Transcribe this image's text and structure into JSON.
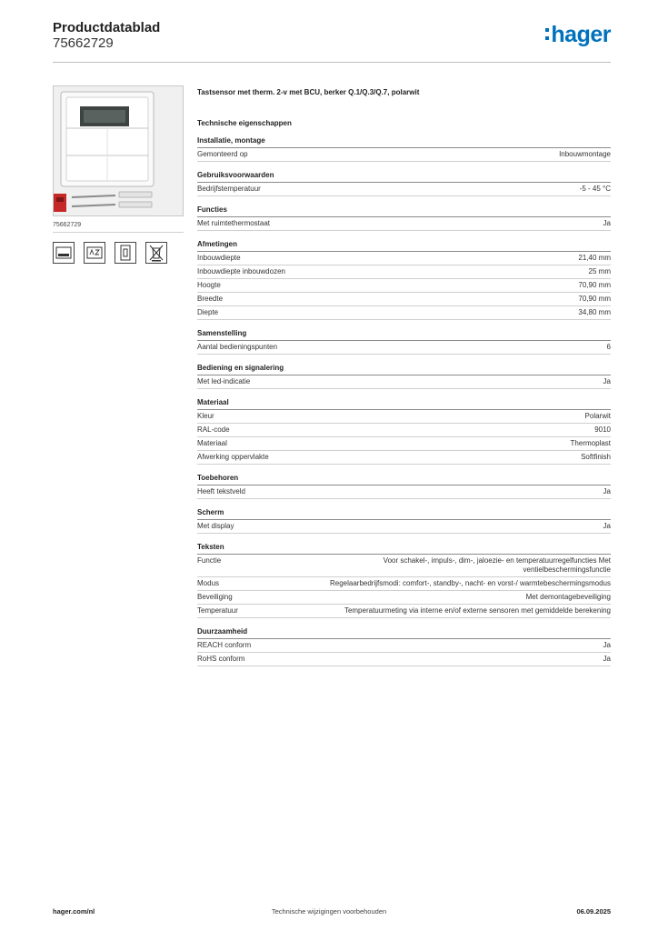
{
  "header": {
    "title": "Productdatablad",
    "number": "75662729",
    "logo": "hager"
  },
  "left": {
    "caption": "75662729"
  },
  "product_description": "Tastsensor met therm. 2-v met BCU, berker Q.1/Q.3/Q.7, polarwit",
  "section_heading": "Technische eigenschappen",
  "groups": [
    {
      "title": "Installatie, montage",
      "rows": [
        {
          "label": "Gemonteerd op",
          "value": "Inbouwmontage"
        }
      ]
    },
    {
      "title": "Gebruiksvoorwaarden",
      "rows": [
        {
          "label": "Bedrijfstemperatuur",
          "value": "-5 - 45 °C"
        }
      ]
    },
    {
      "title": "Functies",
      "rows": [
        {
          "label": "Met ruimtethermostaat",
          "value": "Ja"
        }
      ]
    },
    {
      "title": "Afmetingen",
      "rows": [
        {
          "label": "Inbouwdiepte",
          "value": "21,40 mm"
        },
        {
          "label": "Inbouwdiepte inbouwdozen",
          "value": "25 mm"
        },
        {
          "label": "Hoogte",
          "value": "70,90 mm"
        },
        {
          "label": "Breedte",
          "value": "70,90 mm"
        },
        {
          "label": "Diepte",
          "value": "34,80 mm"
        }
      ]
    },
    {
      "title": "Samenstelling",
      "rows": [
        {
          "label": "Aantal bedieningspunten",
          "value": "6"
        }
      ]
    },
    {
      "title": "Bediening en signalering",
      "rows": [
        {
          "label": "Met led-indicatie",
          "value": "Ja"
        }
      ]
    },
    {
      "title": "Materiaal",
      "rows": [
        {
          "label": "Kleur",
          "value": "Polarwit"
        },
        {
          "label": "RAL-code",
          "value": "9010"
        },
        {
          "label": "Materiaal",
          "value": "Thermoplast"
        },
        {
          "label": "Afwerking oppervlakte",
          "value": "Softfinish"
        }
      ]
    },
    {
      "title": "Toebehoren",
      "rows": [
        {
          "label": "Heeft tekstveld",
          "value": "Ja"
        }
      ]
    },
    {
      "title": "Scherm",
      "rows": [
        {
          "label": "Met display",
          "value": "Ja"
        }
      ]
    },
    {
      "title": "Teksten",
      "rows": [
        {
          "label": "Functie",
          "value": "Voor schakel-, impuls-, dim-, jaloezie- en temperatuurregelfuncties Met ventielbeschermingsfunctie"
        },
        {
          "label": "Modus",
          "value": "Regelaarbedrijfsmodi: comfort-, standby-, nacht- en vorst-/ warmtebeschermingsmodus"
        },
        {
          "label": "Beveiliging",
          "value": "Met demontagebeveiliging"
        },
        {
          "label": "Temperatuur",
          "value": "Temperatuurmeting via interne en/of externe sensoren met gemiddelde berekening"
        }
      ]
    },
    {
      "title": "Duurzaamheid",
      "rows": [
        {
          "label": "REACH conform",
          "value": "Ja"
        },
        {
          "label": "RoHS conform",
          "value": "Ja"
        }
      ]
    }
  ],
  "footer": {
    "website": "hager.com/nl",
    "notice": "Technische wijzigingen voorbehouden",
    "date": "06.09.2025"
  }
}
